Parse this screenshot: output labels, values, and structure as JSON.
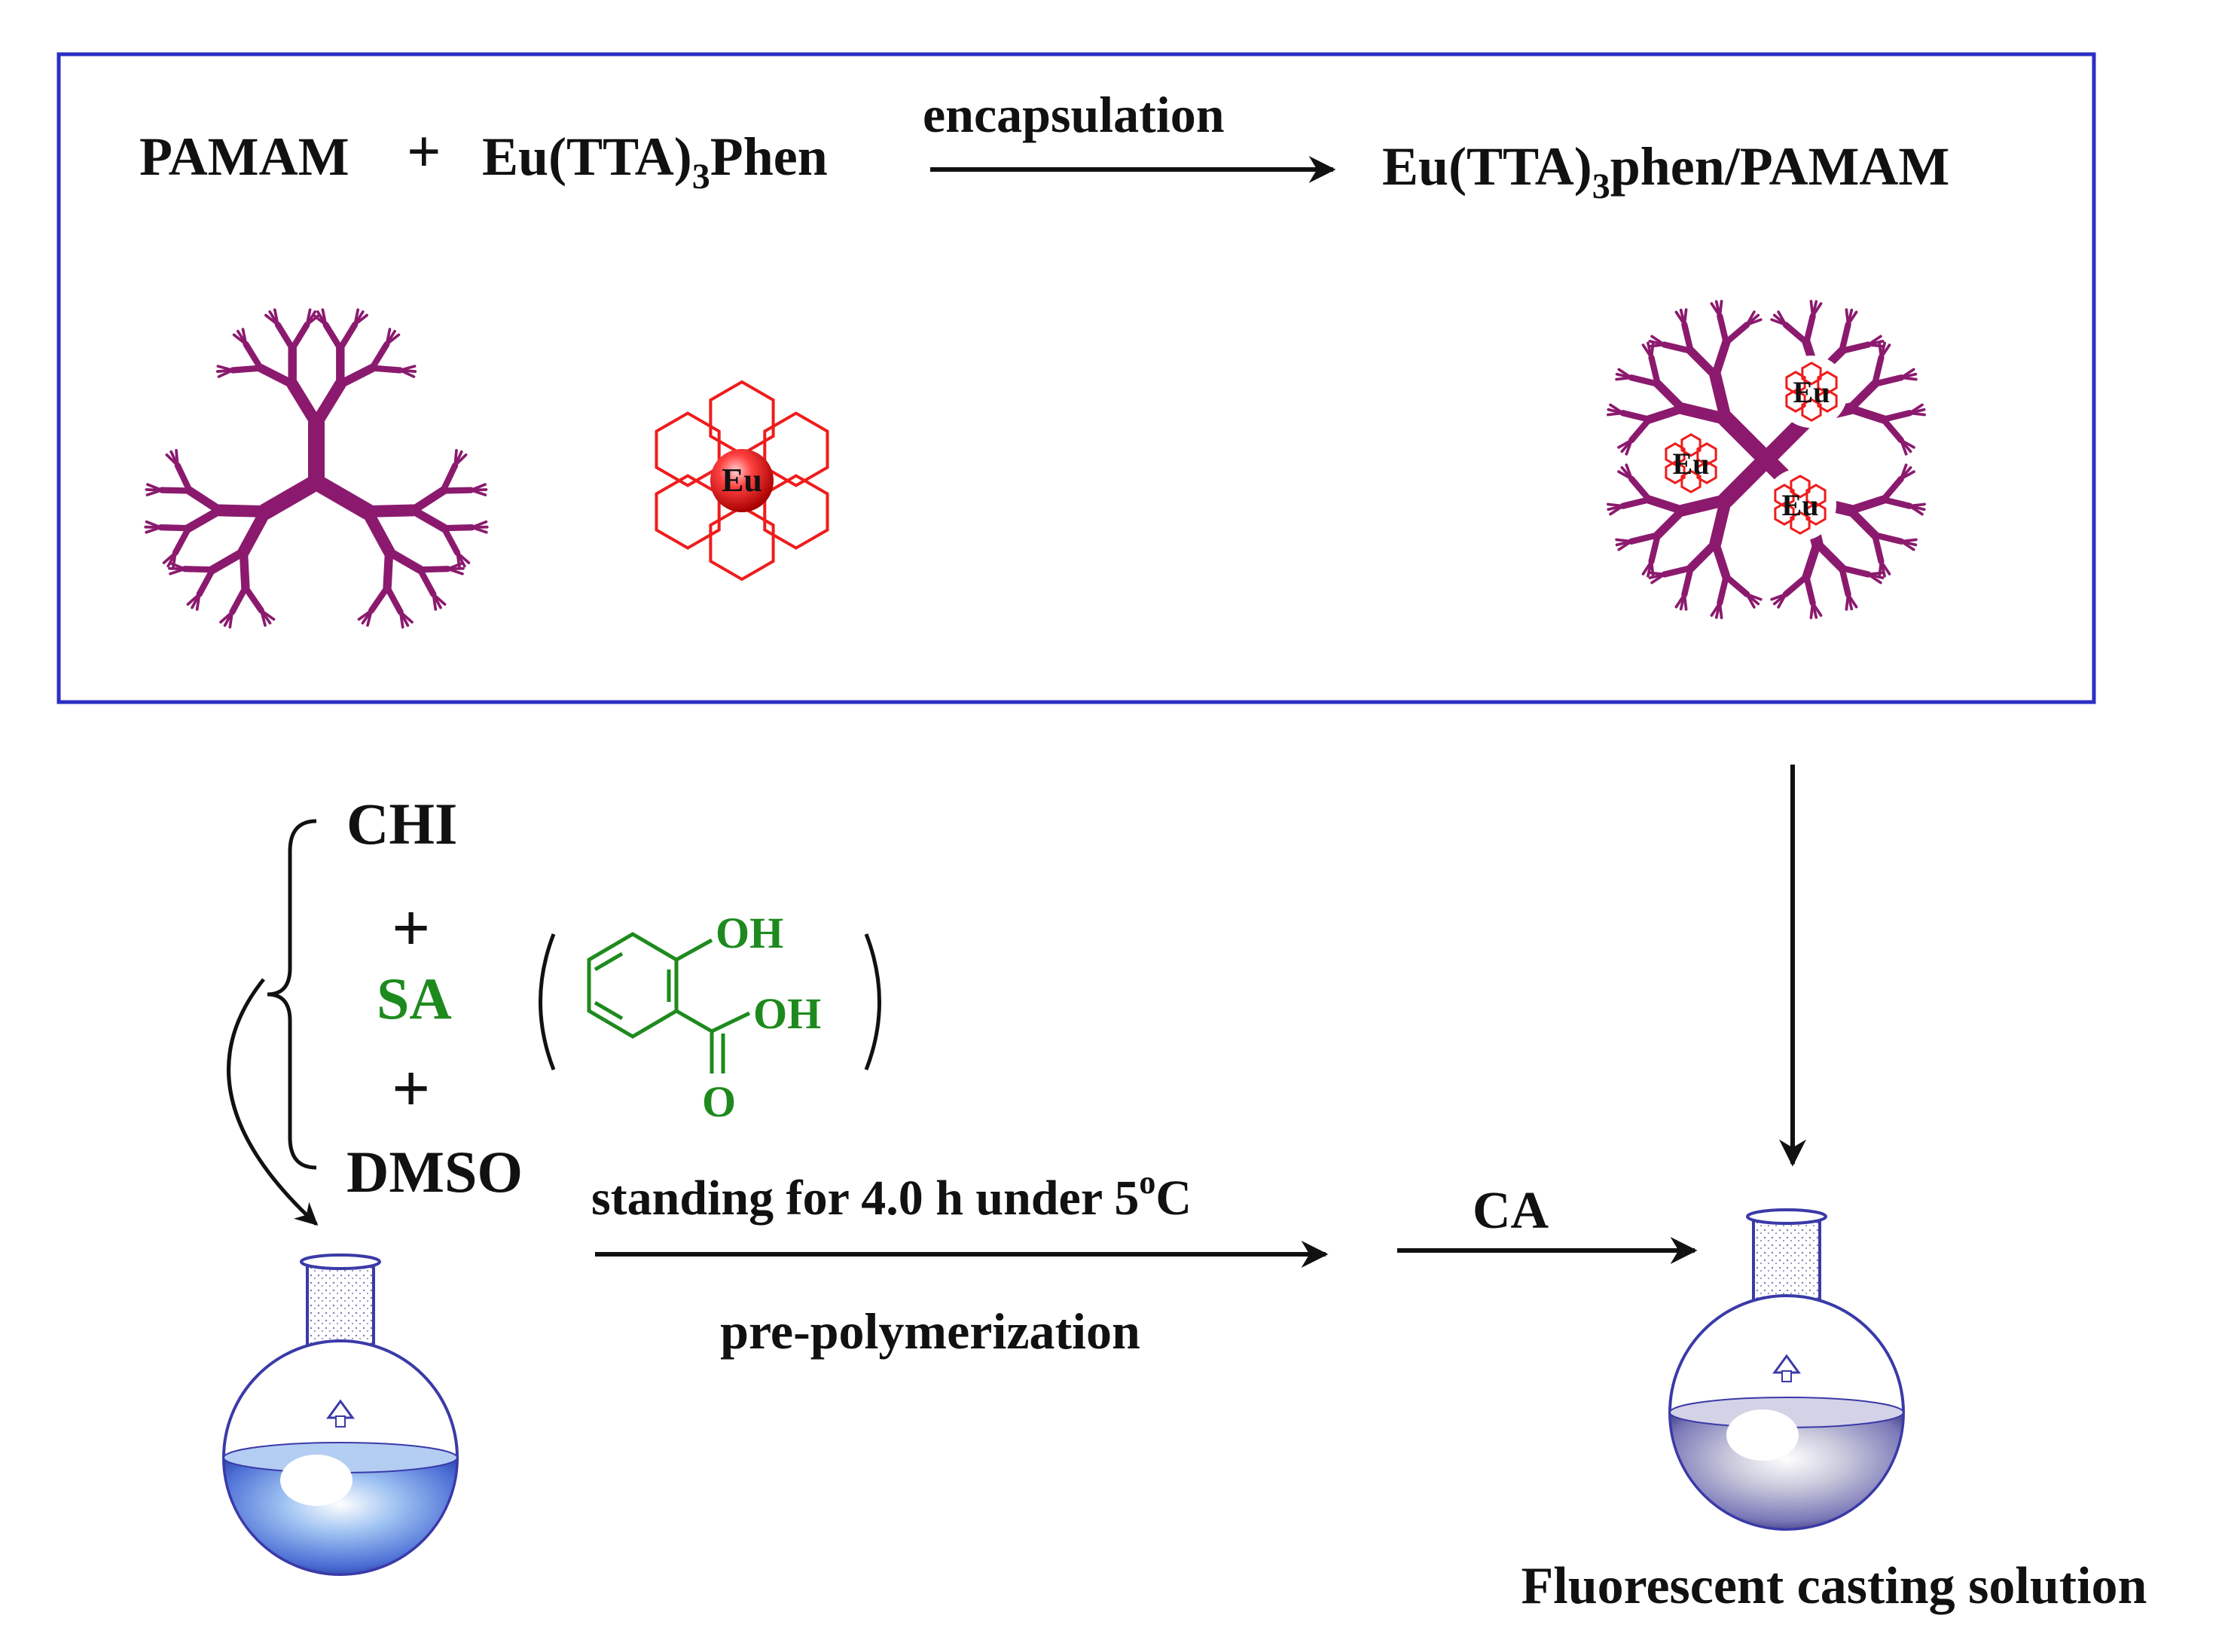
{
  "colors": {
    "frame": "#2b2fc4",
    "dendrimer": "#8b1a6e",
    "complex": "#ee1c1c",
    "salicylic": "#1e8a1e",
    "text": "#111111",
    "flask_glass": "#3a3aa8",
    "flask_liquid_left": "#7fa8e8",
    "flask_liquid_right": "#8e8cc4"
  },
  "top_panel": {
    "reactant_1": "PAMAM",
    "plus": "+",
    "reactant_2_pre": "Eu(TTA)",
    "reactant_2_sub": "3",
    "reactant_2_post": "Phen",
    "arrow_label": "encapsulation",
    "product_pre": "Eu(TTA)",
    "product_sub": "3",
    "product_post": "phen/PAMAM",
    "eu_label": "Eu",
    "product_eu_labels": [
      "Eu",
      "Eu",
      "Eu"
    ]
  },
  "bottom_panel": {
    "component_1": "CHI",
    "plus_1": "+",
    "component_2": "SA",
    "plus_2": "+",
    "component_3": "DMSO",
    "sa_oh_label": "OH",
    "sa_acid_oh_label": "OH",
    "sa_carbonyl_o_label": "O",
    "arrow_top_label_pre": "standing for 4.0 h under 5",
    "arrow_top_label_sup": "o",
    "arrow_top_label_post": "C",
    "arrow_bottom_label": "pre-polymerization",
    "ca_label": "CA",
    "product_label": "Fluorescent casting solution"
  }
}
